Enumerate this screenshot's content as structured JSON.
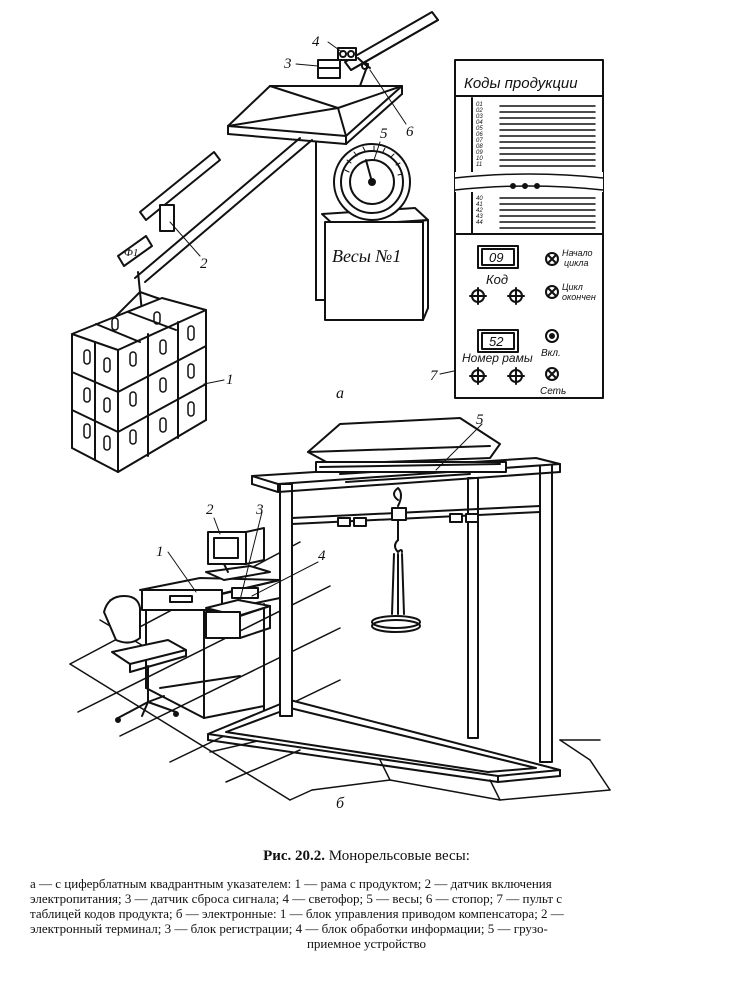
{
  "figure": {
    "part_a_label": "а",
    "part_b_label": "б",
    "scale_label": "Весы №1",
    "callouts_a": [
      "1",
      "2",
      "3",
      "4",
      "5",
      "6",
      "7"
    ],
    "callouts_b": [
      "1",
      "2",
      "3",
      "4",
      "5"
    ]
  },
  "panel": {
    "title": "Коды продукции",
    "codes_top": [
      "01",
      "02",
      "03",
      "04",
      "05",
      "06",
      "07",
      "08",
      "09",
      "10",
      "11"
    ],
    "codes_bottom": [
      "40",
      "41",
      "42",
      "43",
      "44"
    ],
    "code_display": "09",
    "code_label": "Код",
    "start_line1": "Начало",
    "start_line2": "цикла",
    "end_line1": "Цикл",
    "end_line2": "окончен",
    "frame_display": "52",
    "frame_label": "Номер рамы",
    "on_label": "Вкл.",
    "net_label": "Сеть"
  },
  "caption": {
    "title_prefix": "Рис. 20.2.",
    "title_text": "Монорельсовые весы:",
    "line1": "а — с циферблатным квадрантным указателем: 1 — рама с продуктом; 2 — датчик включения",
    "line2": "электропитания; 3 — датчик сброса сигнала; 4 — светофор; 5 — весы; 6 — стопор; 7 — пульт с",
    "line3": "таблицей кодов продукта; б — электронные: 1 — блок управления приводом компенсатора; 2 —",
    "line4": "электронный терминал; 3 — блок регистрации; 4 — блок обработки информации; 5 — грузо-",
    "line5": "приемное устройство"
  }
}
